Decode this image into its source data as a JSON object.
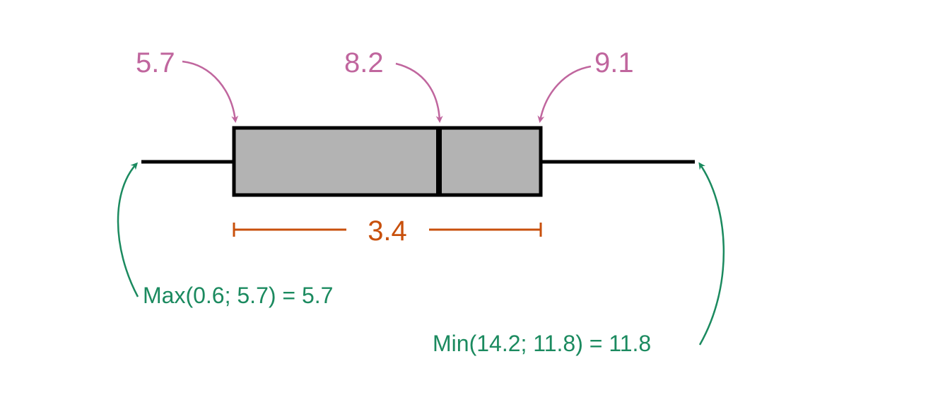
{
  "colors": {
    "quartile_annotation": "#c0669e",
    "iqr_annotation": "#c8500c",
    "fence_annotation": "#1b8a5f",
    "box_fill": "#b3b3b3",
    "box_stroke": "#000000"
  },
  "boxplot": {
    "q1": 5.7,
    "median": 8.2,
    "q3": 9.1,
    "iqr": 3.4,
    "whisker_low": 5.7,
    "whisker_high": 11.8
  },
  "labels": {
    "q1": "5.7",
    "median": "8.2",
    "q3": "9.1",
    "iqr": "3.4",
    "lower_fence": "Max(0.6; 5.7) = 5.7",
    "upper_fence": "Min(14.2; 11.8) = 11.8"
  }
}
